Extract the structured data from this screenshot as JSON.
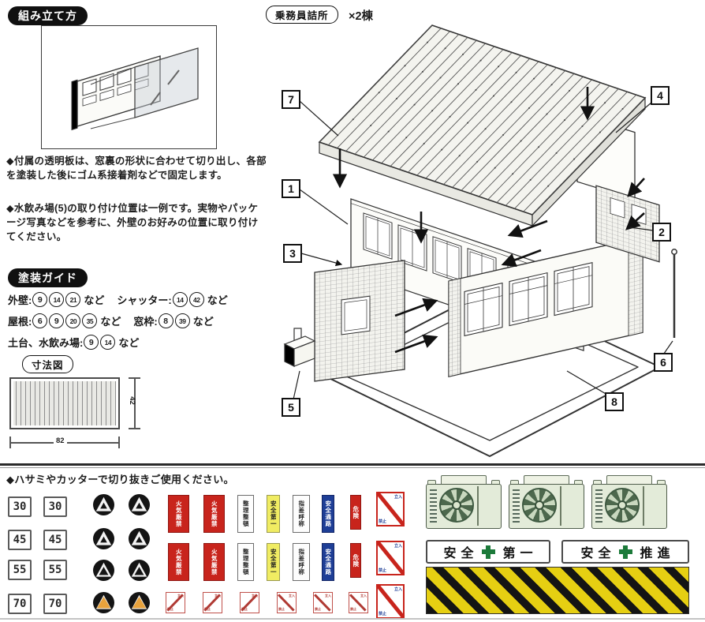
{
  "doc": {
    "assembly_header": "組み立て方",
    "paint_header": "塗装ガイド",
    "dimension_header": "寸法図",
    "building_label": "乗務員詰所",
    "building_count": "×2棟",
    "note1": "◆付属の透明板は、窓裏の形状に合わせて切り出し、各部を塗装した後にゴム系接着剤などで固定します。",
    "note2": "◆水飲み場(5)の取り付け位置は一例です。実物やパッケージ写真などを参考に、外壁のお好みの位置に取り付けてください。",
    "cut_note": "◆ハサミやカッターで切り抜きご使用ください。"
  },
  "paint_guide": {
    "rows": [
      {
        "items": [
          {
            "label": "外壁:",
            "nums": [
              "9",
              "14",
              "21"
            ],
            "suffix": "など"
          },
          {
            "label": "シャッター:",
            "nums": [
              "14",
              "42"
            ],
            "suffix": "など"
          }
        ]
      },
      {
        "items": [
          {
            "label": "屋根:",
            "nums": [
              "6",
              "9",
              "20",
              "35"
            ],
            "suffix": "など"
          },
          {
            "label": "窓枠:",
            "nums": [
              "8",
              "39"
            ],
            "suffix": "など"
          }
        ]
      },
      {
        "items": [
          {
            "label": "土台、水飲み場:",
            "nums": [
              "9",
              "14"
            ],
            "suffix": "など"
          }
        ]
      }
    ]
  },
  "dimension": {
    "width": "82",
    "height": "42"
  },
  "diagram": {
    "parts": [
      "1",
      "2",
      "3",
      "4",
      "5",
      "6",
      "7",
      "8"
    ]
  },
  "stickers": {
    "speed_rows": [
      [
        "30",
        "30"
      ],
      [
        "45",
        "45"
      ],
      [
        "55",
        "55"
      ],
      [
        "70",
        "70"
      ]
    ],
    "badge_rows": [
      {
        "style": "logo"
      },
      {
        "style": "logo"
      },
      {
        "style": "outline"
      },
      {
        "style": "orange"
      }
    ],
    "banner_rows": [
      [
        {
          "color": "red",
          "text": "火気厳禁"
        },
        {
          "color": "red",
          "text": "火気厳禁"
        },
        {
          "color": "white",
          "text": "整理整頓"
        },
        {
          "color": "yellow",
          "text": "安全第一"
        },
        {
          "color": "white",
          "text": "指差呼称"
        },
        {
          "color": "blue",
          "text": "安全通路"
        },
        {
          "color": "rednarrow",
          "text": "危険"
        }
      ],
      [
        {
          "color": "red",
          "text": "火気厳禁"
        },
        {
          "color": "red",
          "text": "火気厳禁"
        },
        {
          "color": "white",
          "text": "整理整頓"
        },
        {
          "color": "yellow",
          "text": "安全第一"
        },
        {
          "color": "white",
          "text": "指差呼称"
        },
        {
          "color": "blue",
          "text": "安全通路"
        },
        {
          "color": "rednarrow",
          "text": "危険"
        }
      ]
    ],
    "noentry": {
      "count": 3,
      "top": "立入",
      "bottom": "禁止"
    },
    "mini_dirs": [
      "fwd",
      "fwd",
      "fwd",
      "back",
      "back",
      "back"
    ],
    "ac_count": 3,
    "safety_signs": [
      {
        "left": "安全",
        "right": "第一"
      },
      {
        "left": "安全",
        "right": "推進"
      }
    ]
  },
  "colors": {
    "sticker_red": "#c8241c",
    "sticker_blue": "#1e3e96",
    "sticker_yellow": "#f0ec62",
    "hazard_yellow": "#e6cf12",
    "safety_green": "#1c7a3a",
    "ac_green": "#e3ebd9"
  }
}
